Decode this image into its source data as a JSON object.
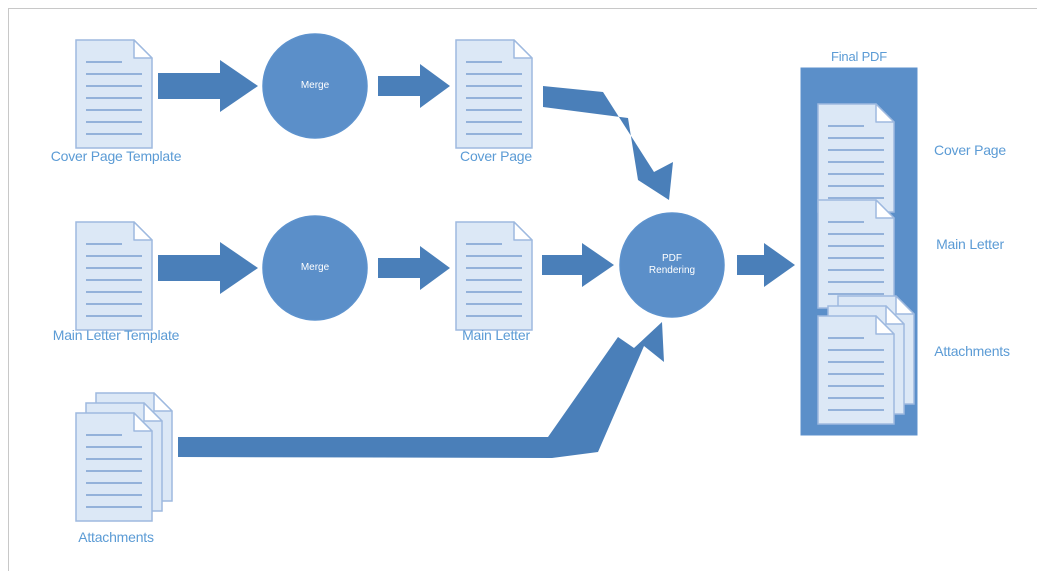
{
  "colors": {
    "primary": "#5b8fc9",
    "primary_dark": "#4a7fb9",
    "primary_border": "#5d92cd",
    "doc_fill": "#dce8f6",
    "doc_line": "#7c9fd0",
    "doc_stroke": "#9eb9df",
    "label": "#5b9bd5",
    "frame": "#c8c8c8"
  },
  "sources": {
    "cover_template": {
      "label": "Cover Page Template",
      "icon": "document-icon"
    },
    "main_template": {
      "label": "Main Letter Template",
      "icon": "document-icon"
    },
    "attachments": {
      "label": "Attachments",
      "icon": "document-stack-icon"
    }
  },
  "processes": {
    "merge_cover": {
      "label": "Merge"
    },
    "merge_main": {
      "label": "Merge"
    },
    "render": {
      "line1": "PDF",
      "line2": "Rendering"
    }
  },
  "outputs": {
    "cover_page": {
      "label": "Cover Page",
      "icon": "document-icon"
    },
    "main_letter": {
      "label": "Main Letter",
      "icon": "document-icon"
    }
  },
  "final_pdf": {
    "title": "Final PDF",
    "items": [
      {
        "label": "Cover Page",
        "icon": "document-icon"
      },
      {
        "label": "Main Letter",
        "icon": "document-icon"
      },
      {
        "label": "Attachments",
        "icon": "document-stack-icon"
      }
    ]
  }
}
